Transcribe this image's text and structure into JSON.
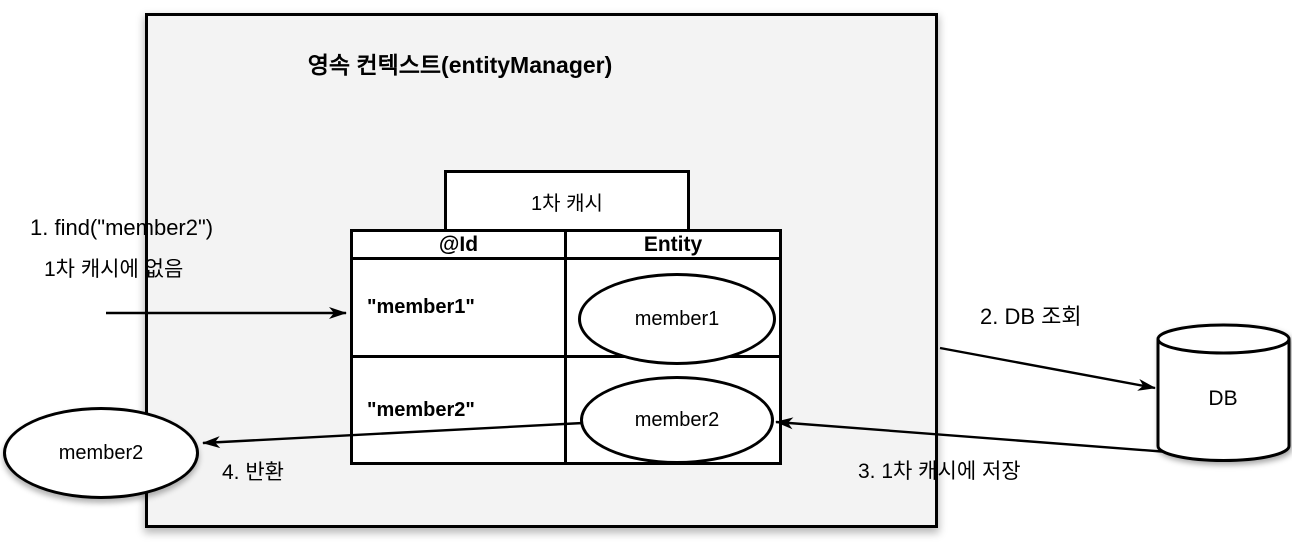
{
  "diagram": {
    "title": "영속 컨텍스트(entityManager)",
    "first_level_cache": {
      "label": "1차 캐시",
      "table": {
        "headers": {
          "id": "@Id",
          "entity": "Entity"
        },
        "rows": [
          {
            "id": "\"member1\"",
            "entity": "member1"
          },
          {
            "id": "\"member2\"",
            "entity": "member2"
          }
        ]
      }
    },
    "database": {
      "label": "DB"
    },
    "returned_entity": {
      "label": "member2"
    },
    "steps": {
      "find": {
        "line1": "1. find(\"member2\")",
        "line2": "1차 캐시에 없음"
      },
      "db_lookup": {
        "label": "2. DB 조회"
      },
      "store_cache": {
        "label": "3. 1차 캐시에 저장"
      },
      "return": {
        "label": "4. 반환"
      }
    },
    "colors": {
      "context_fill": "#f3f3f3",
      "shape_fill": "#ffffff",
      "stroke": "#000000",
      "canvas": "#ffffff"
    }
  }
}
